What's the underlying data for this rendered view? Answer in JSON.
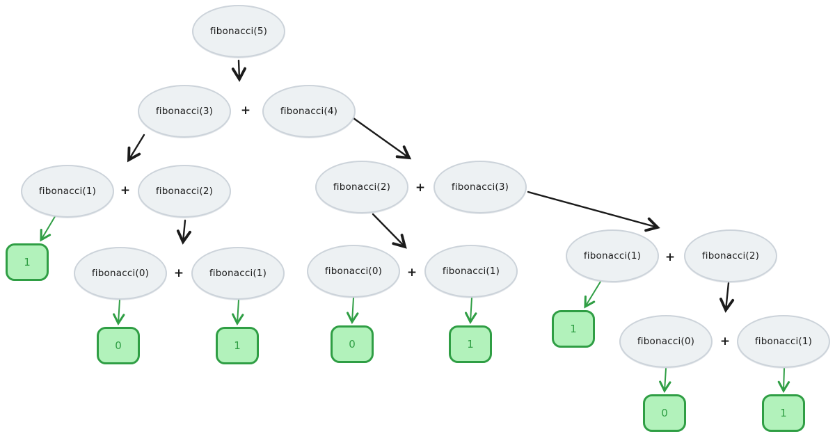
{
  "diagram": {
    "type": "recursion-tree",
    "colors": {
      "background": "#ffffff",
      "node_fill": "#edf1f3",
      "node_border": "#ccd3da",
      "node_text": "#1b1b1b",
      "leaf_fill": "#b2f2bb",
      "leaf_border": "#2f9e44",
      "leaf_text": "#2f9e44",
      "arrow_black": "#1b1b1b",
      "arrow_green": "#2f9e44"
    },
    "nodes": [
      {
        "label": "fibonacci(5)"
      },
      {
        "label": "fibonacci(3)"
      },
      {
        "label": "fibonacci(4)"
      },
      {
        "label": "fibonacci(1)"
      },
      {
        "label": "fibonacci(2)"
      },
      {
        "label": "fibonacci(2)"
      },
      {
        "label": "fibonacci(3)"
      },
      {
        "label": "fibonacci(0)"
      },
      {
        "label": "fibonacci(1)"
      },
      {
        "label": "fibonacci(0)"
      },
      {
        "label": "fibonacci(1)"
      },
      {
        "label": "fibonacci(1)"
      },
      {
        "label": "fibonacci(2)"
      },
      {
        "label": "fibonacci(0)"
      },
      {
        "label": "fibonacci(1)"
      }
    ],
    "operators": [
      "+",
      "+",
      "+",
      "+",
      "+",
      "+",
      "+"
    ],
    "leaves": [
      {
        "value": "1"
      },
      {
        "value": "0"
      },
      {
        "value": "1"
      },
      {
        "value": "0"
      },
      {
        "value": "1"
      },
      {
        "value": "1"
      },
      {
        "value": "0"
      },
      {
        "value": "1"
      }
    ]
  }
}
